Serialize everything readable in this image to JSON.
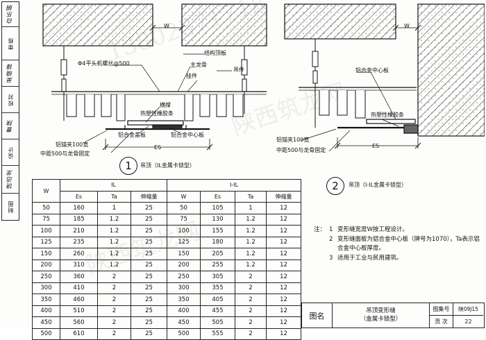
{
  "signatures": [
    {
      "role": "白乐娟",
      "signed": "白乐娟"
    },
    {
      "role": "审核",
      "signed": ""
    },
    {
      "role": "吴晓锋",
      "signed": "吴晓锋"
    },
    {
      "role": "校对",
      "signed": ""
    },
    {
      "role": "曹陕",
      "signed": "曹陕"
    },
    {
      "role": "设计",
      "signed": ""
    },
    {
      "role": "饶迅龙",
      "signed": "饶迅龙"
    },
    {
      "role": "制图",
      "signed": ""
    }
  ],
  "detail1": {
    "dimension_w": "W",
    "dimension_es": "ES",
    "labels": {
      "structure_top": "结构顶板",
      "screw": "Φ4平头机螺丝@500",
      "main_keel": "主龙骨",
      "hanger": "吊件",
      "hook": "挂件",
      "ridge": "横撑",
      "rubber": "热塑性橡胶条",
      "cover": "铝合金盖板",
      "center_plate": "铝合金中心板",
      "clamp": "铝锚夹100宽",
      "spacing": "中距500与龙骨固定"
    },
    "number": "1",
    "caption": "吊顶（IL金属卡锁型）"
  },
  "detail2": {
    "dimension_w": "W",
    "dimension_es": "ES",
    "labels": {
      "center_plate": "铝合金中心板",
      "rubber": "热塑性橡胶条",
      "clamp": "铝锚夹100宽",
      "spacing": "中距500与龙骨固定"
    },
    "number": "2",
    "caption": "吊顶（I-IL金属卡锁型）"
  },
  "table": {
    "group_il": "IL",
    "group_iil": "I-IL",
    "headers": [
      "W",
      "Es",
      "Ta",
      "伸缩量",
      "Es",
      "Ta",
      "伸缩量"
    ],
    "rows": [
      [
        "50",
        "160",
        "1",
        "25",
        "50",
        "105",
        "1",
        "12"
      ],
      [
        "75",
        "185",
        "1.2",
        "25",
        "75",
        "130",
        "1.2",
        "12"
      ],
      [
        "100",
        "210",
        "1.2",
        "25",
        "100",
        "155",
        "1.2",
        "12"
      ],
      [
        "125",
        "235",
        "1.2",
        "25",
        "125",
        "180",
        "1.2",
        "12"
      ],
      [
        "150",
        "260",
        "1.2",
        "25",
        "150",
        "205",
        "1.2",
        "12"
      ],
      [
        "200",
        "310",
        "1.2",
        "25",
        "200",
        "255",
        "1.2",
        "12"
      ],
      [
        "250",
        "360",
        "2",
        "25",
        "250",
        "305",
        "2",
        "12"
      ],
      [
        "300",
        "410",
        "2",
        "25",
        "300",
        "355",
        "2",
        "12"
      ],
      [
        "350",
        "460",
        "2",
        "25",
        "350",
        "405",
        "2",
        "12"
      ],
      [
        "400",
        "510",
        "2",
        "25",
        "400",
        "455",
        "2",
        "12"
      ],
      [
        "450",
        "560",
        "2",
        "25",
        "450",
        "505",
        "2",
        "12"
      ],
      [
        "500",
        "610",
        "2",
        "25",
        "500",
        "555",
        "2",
        "12"
      ]
    ]
  },
  "notes": {
    "heading": "注：",
    "items": [
      {
        "num": "1",
        "text": "变形缝宽度W按工程设计。"
      },
      {
        "num": "2",
        "text": "变形缝面板为铝合金中心板（牌号为1070），Ta表示铝合金中心板厚度。"
      },
      {
        "num": "3",
        "text": "适用于工业与民用建筑。"
      }
    ]
  },
  "title_block": {
    "name_label": "图名",
    "title_line1": "吊顶变形缝",
    "title_line2": "（金属卡锁型）",
    "atlas_label": "图集号",
    "atlas_value": "陕09J15",
    "page_label": "页  次",
    "page_value": "22"
  },
  "watermark": {
    "a": "13802371718",
    "b": "陕西筑龙网"
  }
}
